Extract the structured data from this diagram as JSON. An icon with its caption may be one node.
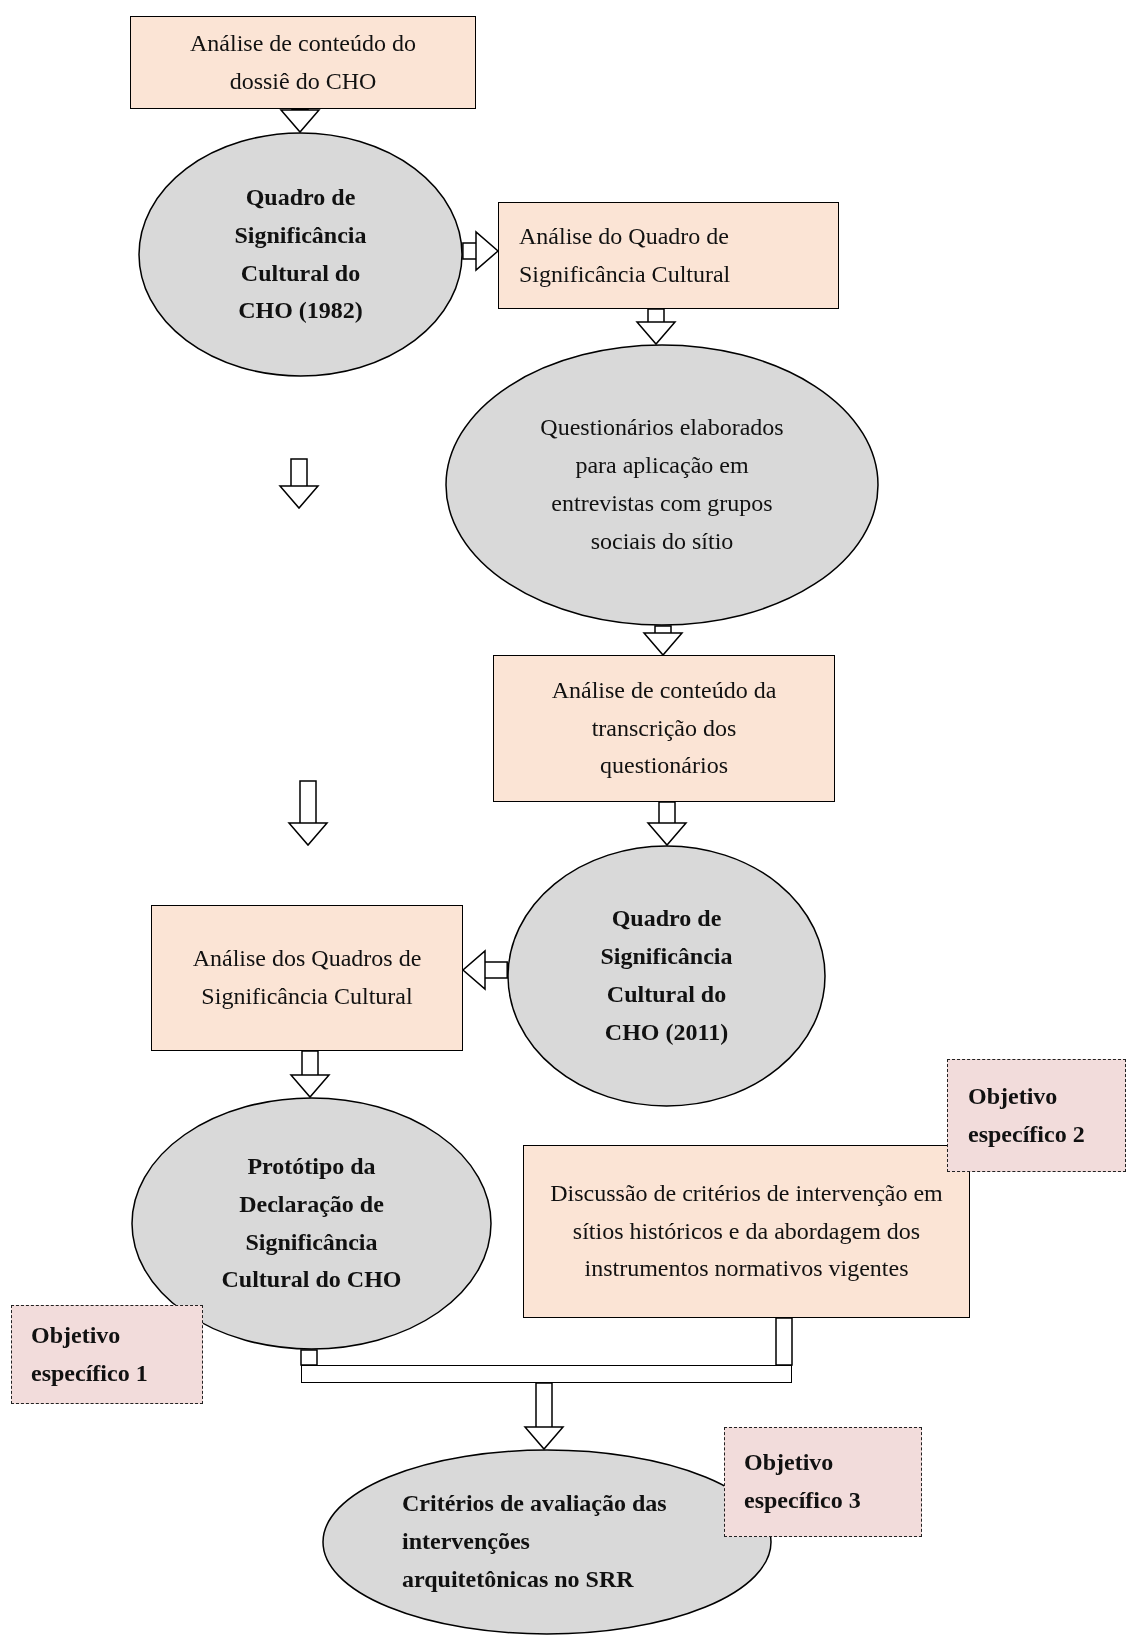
{
  "diagram": {
    "nodes": [
      {
        "text": [
          "Análise de conteúdo do dossiê do CHO"
        ]
      },
      {
        "text": [
          "Quadro de Significância Cultural do CHO (1982)"
        ]
      },
      {
        "text": [
          "Análise do Quadro de Significância Cultural"
        ]
      },
      {
        "text": [
          "Questionários elaborados para aplicação em entrevistas com grupos sociais do sítio"
        ]
      },
      {
        "text": [
          "Análise de conteúdo da transcrição dos questionários"
        ]
      },
      {
        "text": [
          "Quadro de Significância Cultural do CHO (2011)"
        ]
      },
      {
        "text": [
          "Análise dos Quadros de Significância Cultural"
        ]
      },
      {
        "text": [
          "Protótipo da Declaração de Significância Cultural do CHO"
        ]
      },
      {
        "text": [
          "Discussão de critérios de intervenção em sítios históricos e da abordagem dos instrumentos normativos vigentes"
        ]
      },
      {
        "text": [
          "Objetivo específico 2"
        ]
      },
      {
        "text": [
          "Objetivo específico 1"
        ]
      },
      {
        "text": [
          "Critérios de avaliação das intervenções arquitetônicas no SRR"
        ]
      },
      {
        "text": [
          "Objetivo específico 3"
        ]
      },
      {
        "text": [],
        "shape": "bar"
      }
    ],
    "edges": [
      {
        "from": 0,
        "to": 1,
        "arrow": "to"
      },
      {
        "from": 1,
        "to": 2,
        "arrow": "to"
      },
      {
        "from": 2,
        "to": 3,
        "arrow": "to"
      },
      {
        "from": 3,
        "to": 4,
        "arrow": "to"
      },
      {
        "from": 4,
        "to": 5,
        "arrow": "to"
      },
      {
        "from": 5,
        "to": 6,
        "arrow": "to"
      },
      {
        "from": 6,
        "to": 7,
        "arrow": "to"
      },
      {
        "from": 7,
        "to": 13,
        "arrow": "none"
      },
      {
        "from": 8,
        "to": 13,
        "arrow": "none"
      },
      {
        "from": 13,
        "to": 11,
        "arrow": "to"
      }
    ]
  }
}
